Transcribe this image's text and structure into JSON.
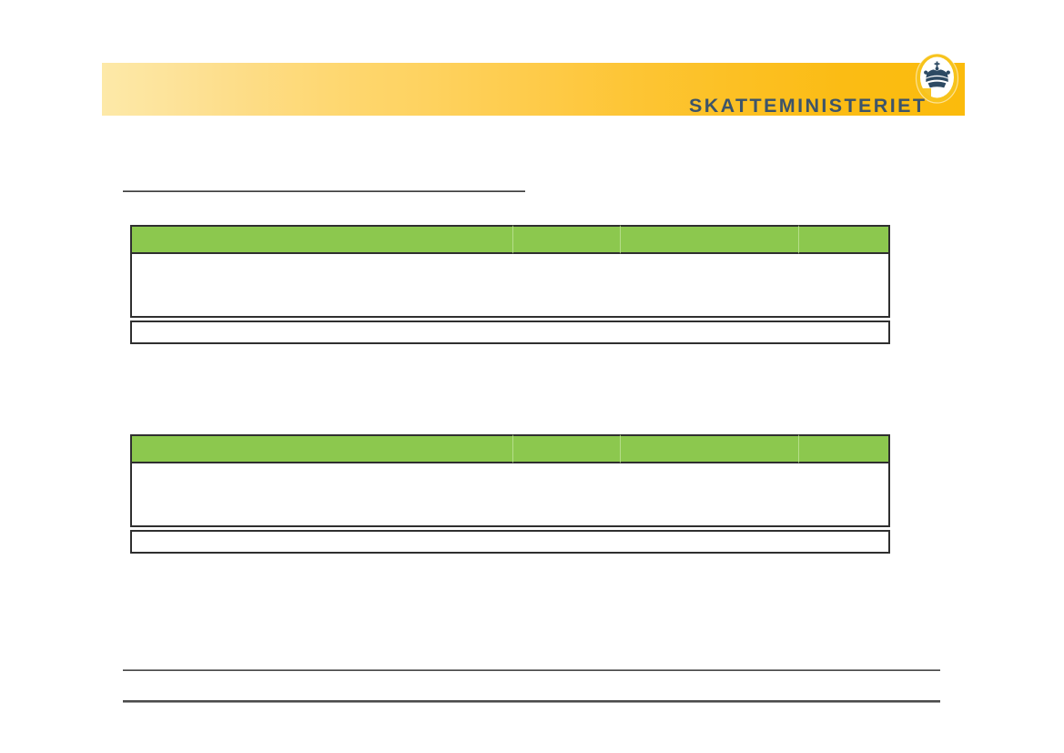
{
  "document": {
    "title": "Skatteministeriet",
    "heading": "",
    "background_color": "#ffffff"
  },
  "header": {
    "wordmark": "SKATTEMINISTERIET",
    "wordmark_color": "#3d5469",
    "band_gradient_start": "#fde9a8",
    "band_gradient_end": "#fbbb0c",
    "logo": {
      "icon": "crown-emblem-icon",
      "crown_color": "#2d4a63",
      "medallion_fill": "#ffffff",
      "medallion_ring": "#f7c31c"
    }
  },
  "heading_rule": {
    "label": "",
    "color": "#3f3f3f"
  },
  "tables": [
    {
      "name": "table-one",
      "accent_color": "#8cc84e",
      "columns": [
        "",
        "",
        "",
        ""
      ],
      "rows": [
        {
          "type": "body",
          "cells": [
            "",
            "",
            "",
            ""
          ]
        },
        {
          "type": "total",
          "cells": [
            "",
            "",
            "",
            ""
          ]
        }
      ]
    },
    {
      "name": "table-two",
      "accent_color": "#8cc84e",
      "columns": [
        "",
        "",
        "",
        ""
      ],
      "rows": [
        {
          "type": "body",
          "cells": [
            "",
            "",
            "",
            ""
          ]
        },
        {
          "type": "total",
          "cells": [
            "",
            "",
            "",
            ""
          ]
        }
      ]
    }
  ],
  "footer": {
    "upper_note": "",
    "lower_note": "",
    "rule_color": "#4a4a4a"
  }
}
